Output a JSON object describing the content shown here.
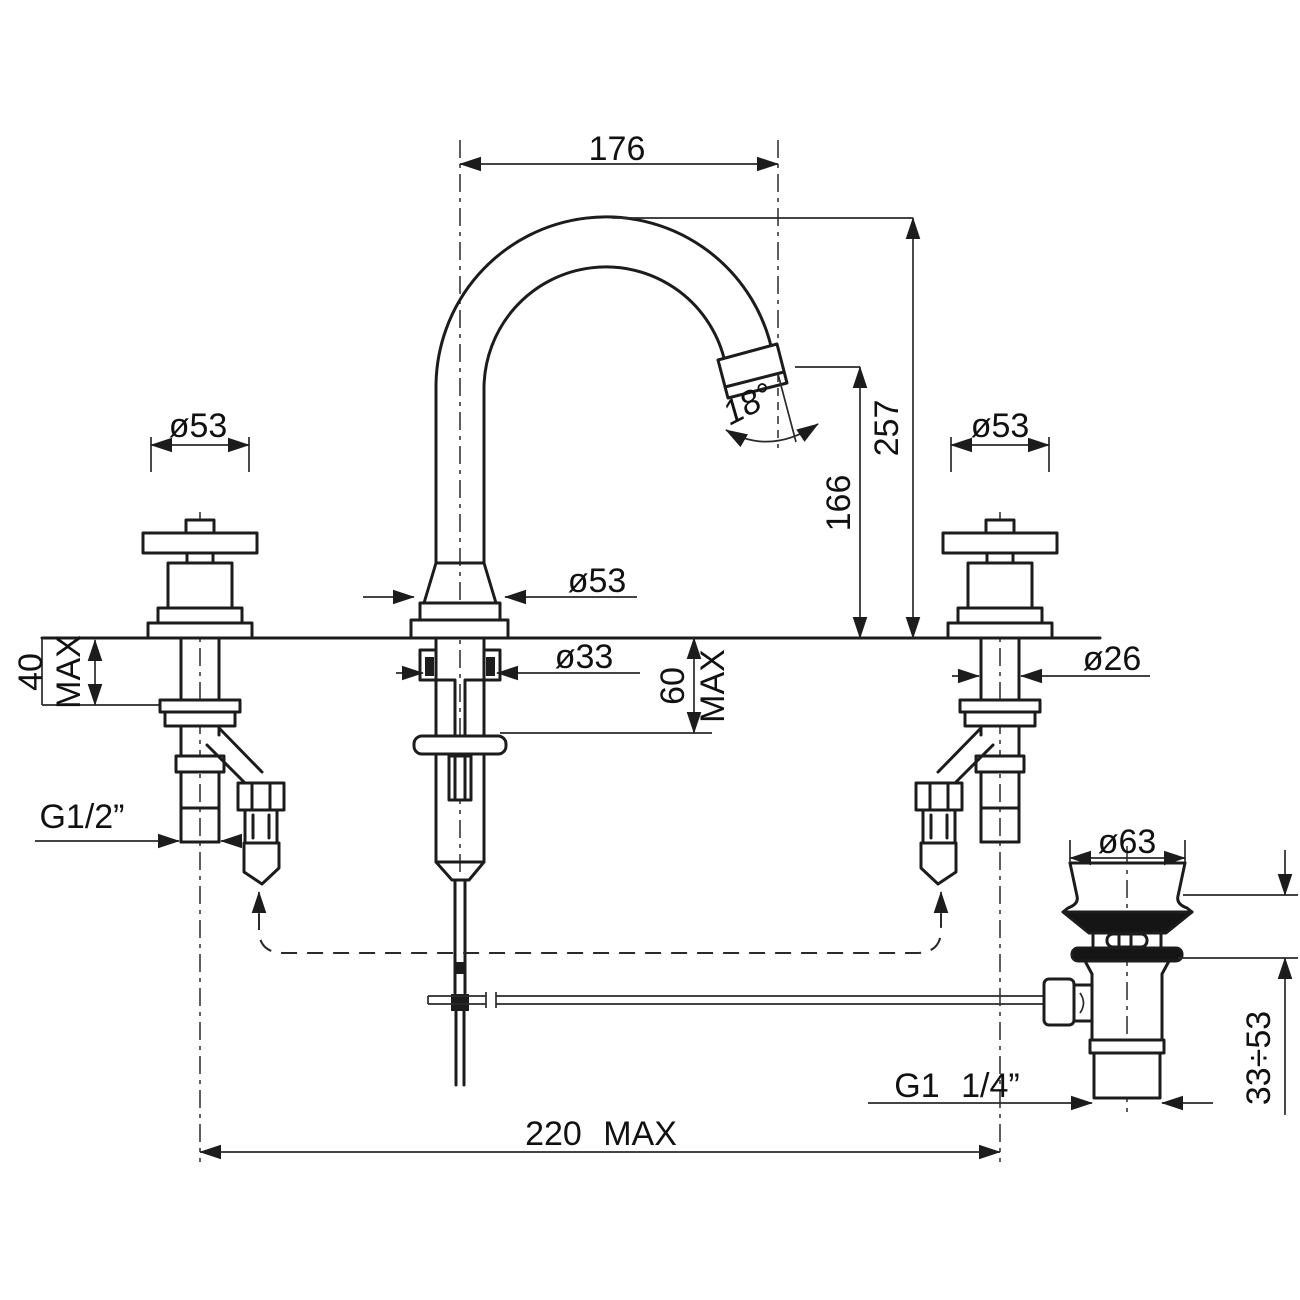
{
  "drawing": {
    "type": "technical dimension drawing",
    "subject": "3-hole basin mixer with cross handles, swan-neck spout and pop-up waste",
    "background_color": "#ffffff",
    "line_color": "#1c1c1c",
    "dimensions": {
      "spout_reach": "176",
      "spout_height": "257",
      "outlet_height": "166",
      "outlet_angle": "18°",
      "handle_dia_left": "ø53",
      "handle_dia_right": "ø53",
      "spout_base_dia": "ø53",
      "spout_shank_dia": "ø33",
      "valve_shank_dia": "ø26",
      "deck_thickness_valve_value": "40",
      "deck_thickness_valve_suffix": "MAX",
      "deck_thickness_spout_value": "60",
      "deck_thickness_spout_suffix": "MAX",
      "valve_inlet_thread": "G1/2”",
      "waste_flange_dia": "ø63",
      "waste_clamp_range": "33÷53",
      "waste_outlet_thread": "G1 1/4”",
      "hole_centres": "220 MAX"
    }
  }
}
